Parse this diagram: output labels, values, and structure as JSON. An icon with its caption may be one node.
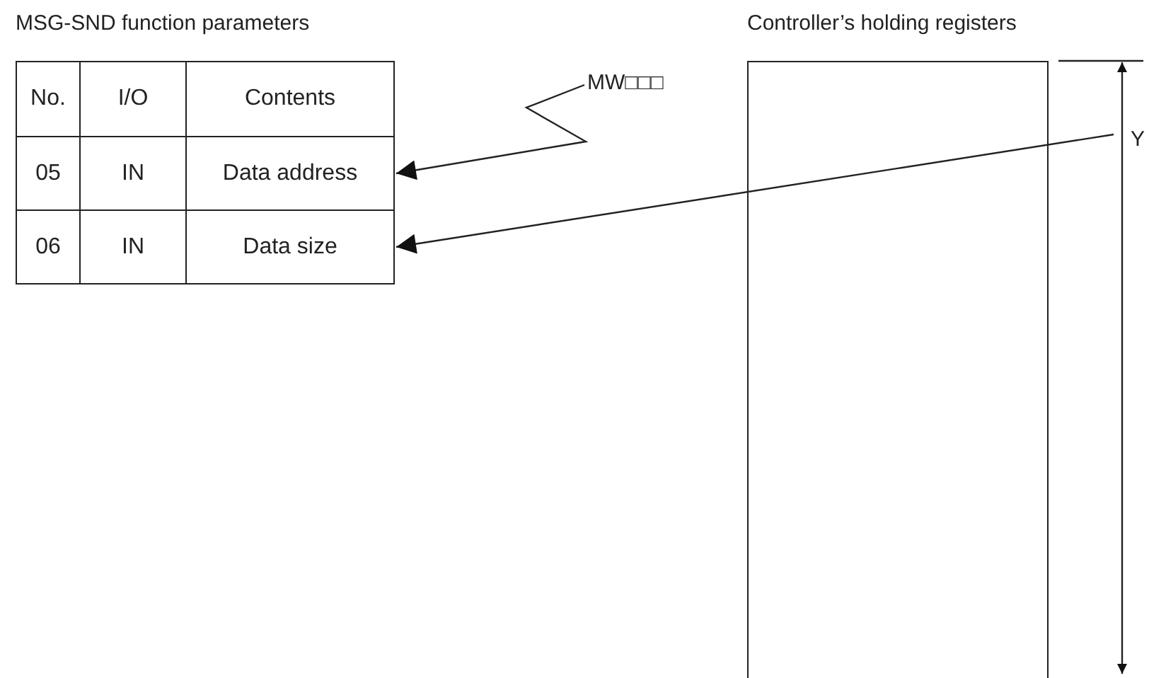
{
  "diagram": {
    "nodes": [
      {
        "text": [
          "MSG-SND function parameters"
        ]
      },
      {
        "text": [
          "Data address"
        ],
        "in": 0
      },
      {
        "text": [
          "Data size"
        ],
        "in": 0
      },
      {
        "text": [
          "Controller’s holding registers"
        ]
      },
      {
        "text": [
          "MW□□□"
        ]
      },
      {
        "text": [
          "Y"
        ]
      }
    ],
    "edges": [
      {
        "from": 4,
        "to": 1,
        "arrow": "to"
      },
      {
        "from": 5,
        "to": 2,
        "arrow": "to"
      }
    ],
    "labels": [
      "No.",
      "I/O",
      "Contents",
      "05",
      "IN",
      "06",
      "IN"
    ]
  }
}
